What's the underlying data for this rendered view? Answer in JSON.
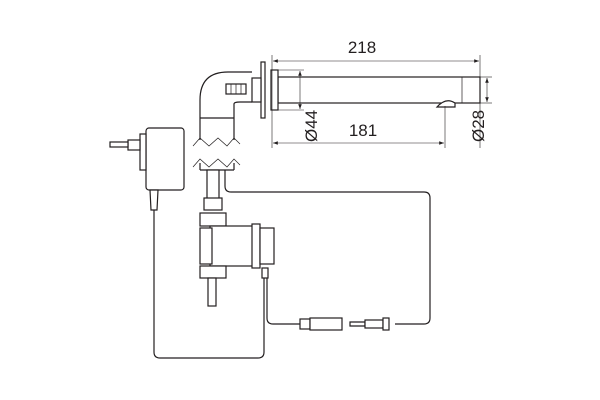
{
  "dimensions": {
    "spout_length": "218",
    "outlet_distance": "181",
    "flange_diameter": "Ø44",
    "spout_diameter": "Ø28"
  },
  "colors": {
    "line": "#231f20",
    "background": "#ffffff"
  }
}
